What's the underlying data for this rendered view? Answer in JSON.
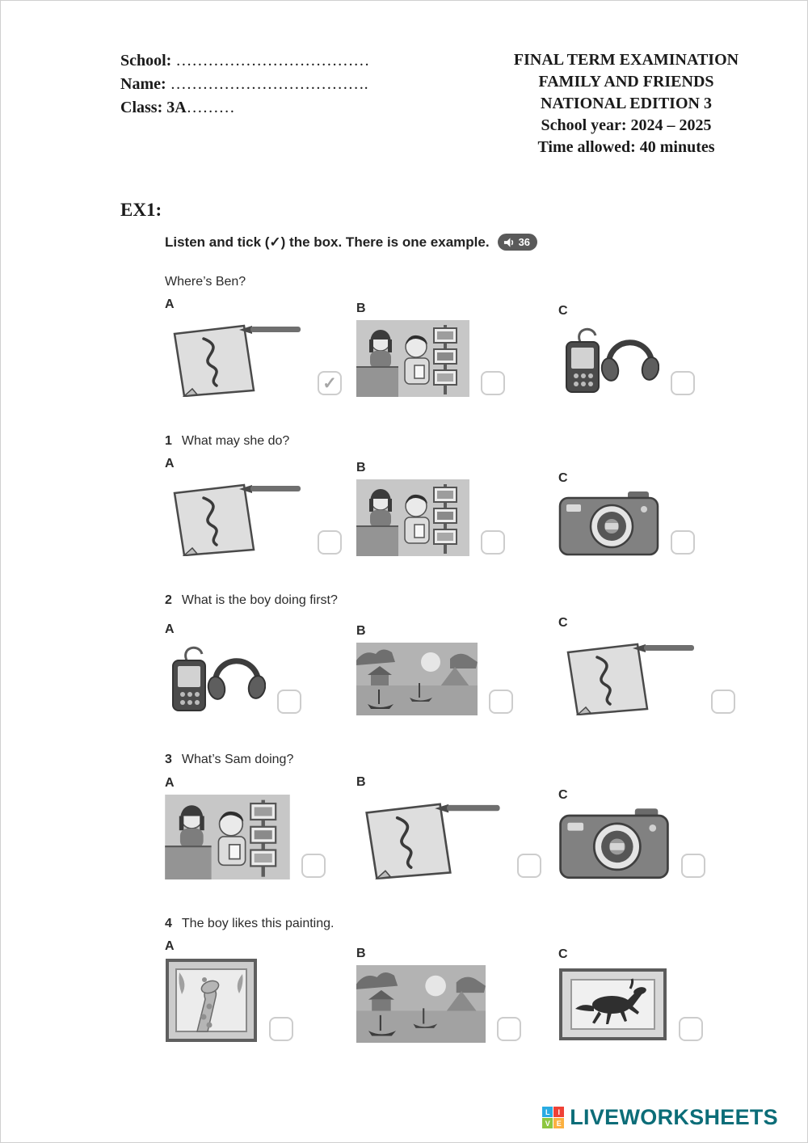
{
  "colors": {
    "wordmark": "#0c6d78",
    "audio_badge_bg": "#5a5a5a",
    "tick": "#a6a6a6",
    "logo_squares": [
      "#29abe2",
      "#ef4136",
      "#8dc63f",
      "#fbb040"
    ]
  },
  "header": {
    "left": [
      {
        "label": "School:",
        "dots": " ………………………………"
      },
      {
        "label": "Name:",
        "dots": " ………………………………."
      },
      {
        "label": "Class: 3A",
        "dots": "………"
      }
    ],
    "right": [
      "FINAL TERM EXAMINATION",
      "FAMILY AND FRIENDS",
      "NATIONAL EDITION 3",
      "School year: 2024 – 2025",
      "Time allowed: 40 minutes"
    ]
  },
  "exercise": {
    "heading": "EX1:",
    "instruction": "Listen and tick (✓) the box. There is one example.",
    "audio_number": "36",
    "tick_mark": "✓",
    "questions": [
      {
        "number": "",
        "text": "Where’s Ben?",
        "options": [
          {
            "letter": "A",
            "image": "sketchpad",
            "checked": true
          },
          {
            "letter": "B",
            "image": "shop-scene",
            "checked": false
          },
          {
            "letter": "C",
            "image": "music-player",
            "checked": false
          }
        ]
      },
      {
        "number": "1",
        "text": "What may she do?",
        "options": [
          {
            "letter": "A",
            "image": "sketchpad",
            "checked": false
          },
          {
            "letter": "B",
            "image": "shop-scene",
            "checked": false
          },
          {
            "letter": "C",
            "image": "camera",
            "checked": false
          }
        ]
      },
      {
        "number": "2",
        "text": "What is the boy doing first?",
        "options": [
          {
            "letter": "A",
            "image": "music-player",
            "checked": false
          },
          {
            "letter": "B",
            "image": "landscape-painting",
            "checked": false
          },
          {
            "letter": "C",
            "image": "sketchpad",
            "checked": false
          }
        ]
      },
      {
        "number": "3",
        "text": "What’s Sam doing?",
        "options": [
          {
            "letter": "A",
            "image": "shop-scene",
            "checked": false
          },
          {
            "letter": "B",
            "image": "sketchpad",
            "checked": false
          },
          {
            "letter": "C",
            "image": "camera",
            "checked": false
          }
        ]
      },
      {
        "number": "4",
        "text": "The boy likes this painting.",
        "options": [
          {
            "letter": "A",
            "image": "giraffe-painting",
            "checked": false
          },
          {
            "letter": "B",
            "image": "landscape-painting",
            "checked": false
          },
          {
            "letter": "C",
            "image": "horse-painting",
            "checked": false
          }
        ]
      }
    ]
  },
  "footer": {
    "logo_letters": [
      "L",
      "I",
      "V",
      "E"
    ],
    "wordmark": "LIVEWORKSHEETS"
  }
}
